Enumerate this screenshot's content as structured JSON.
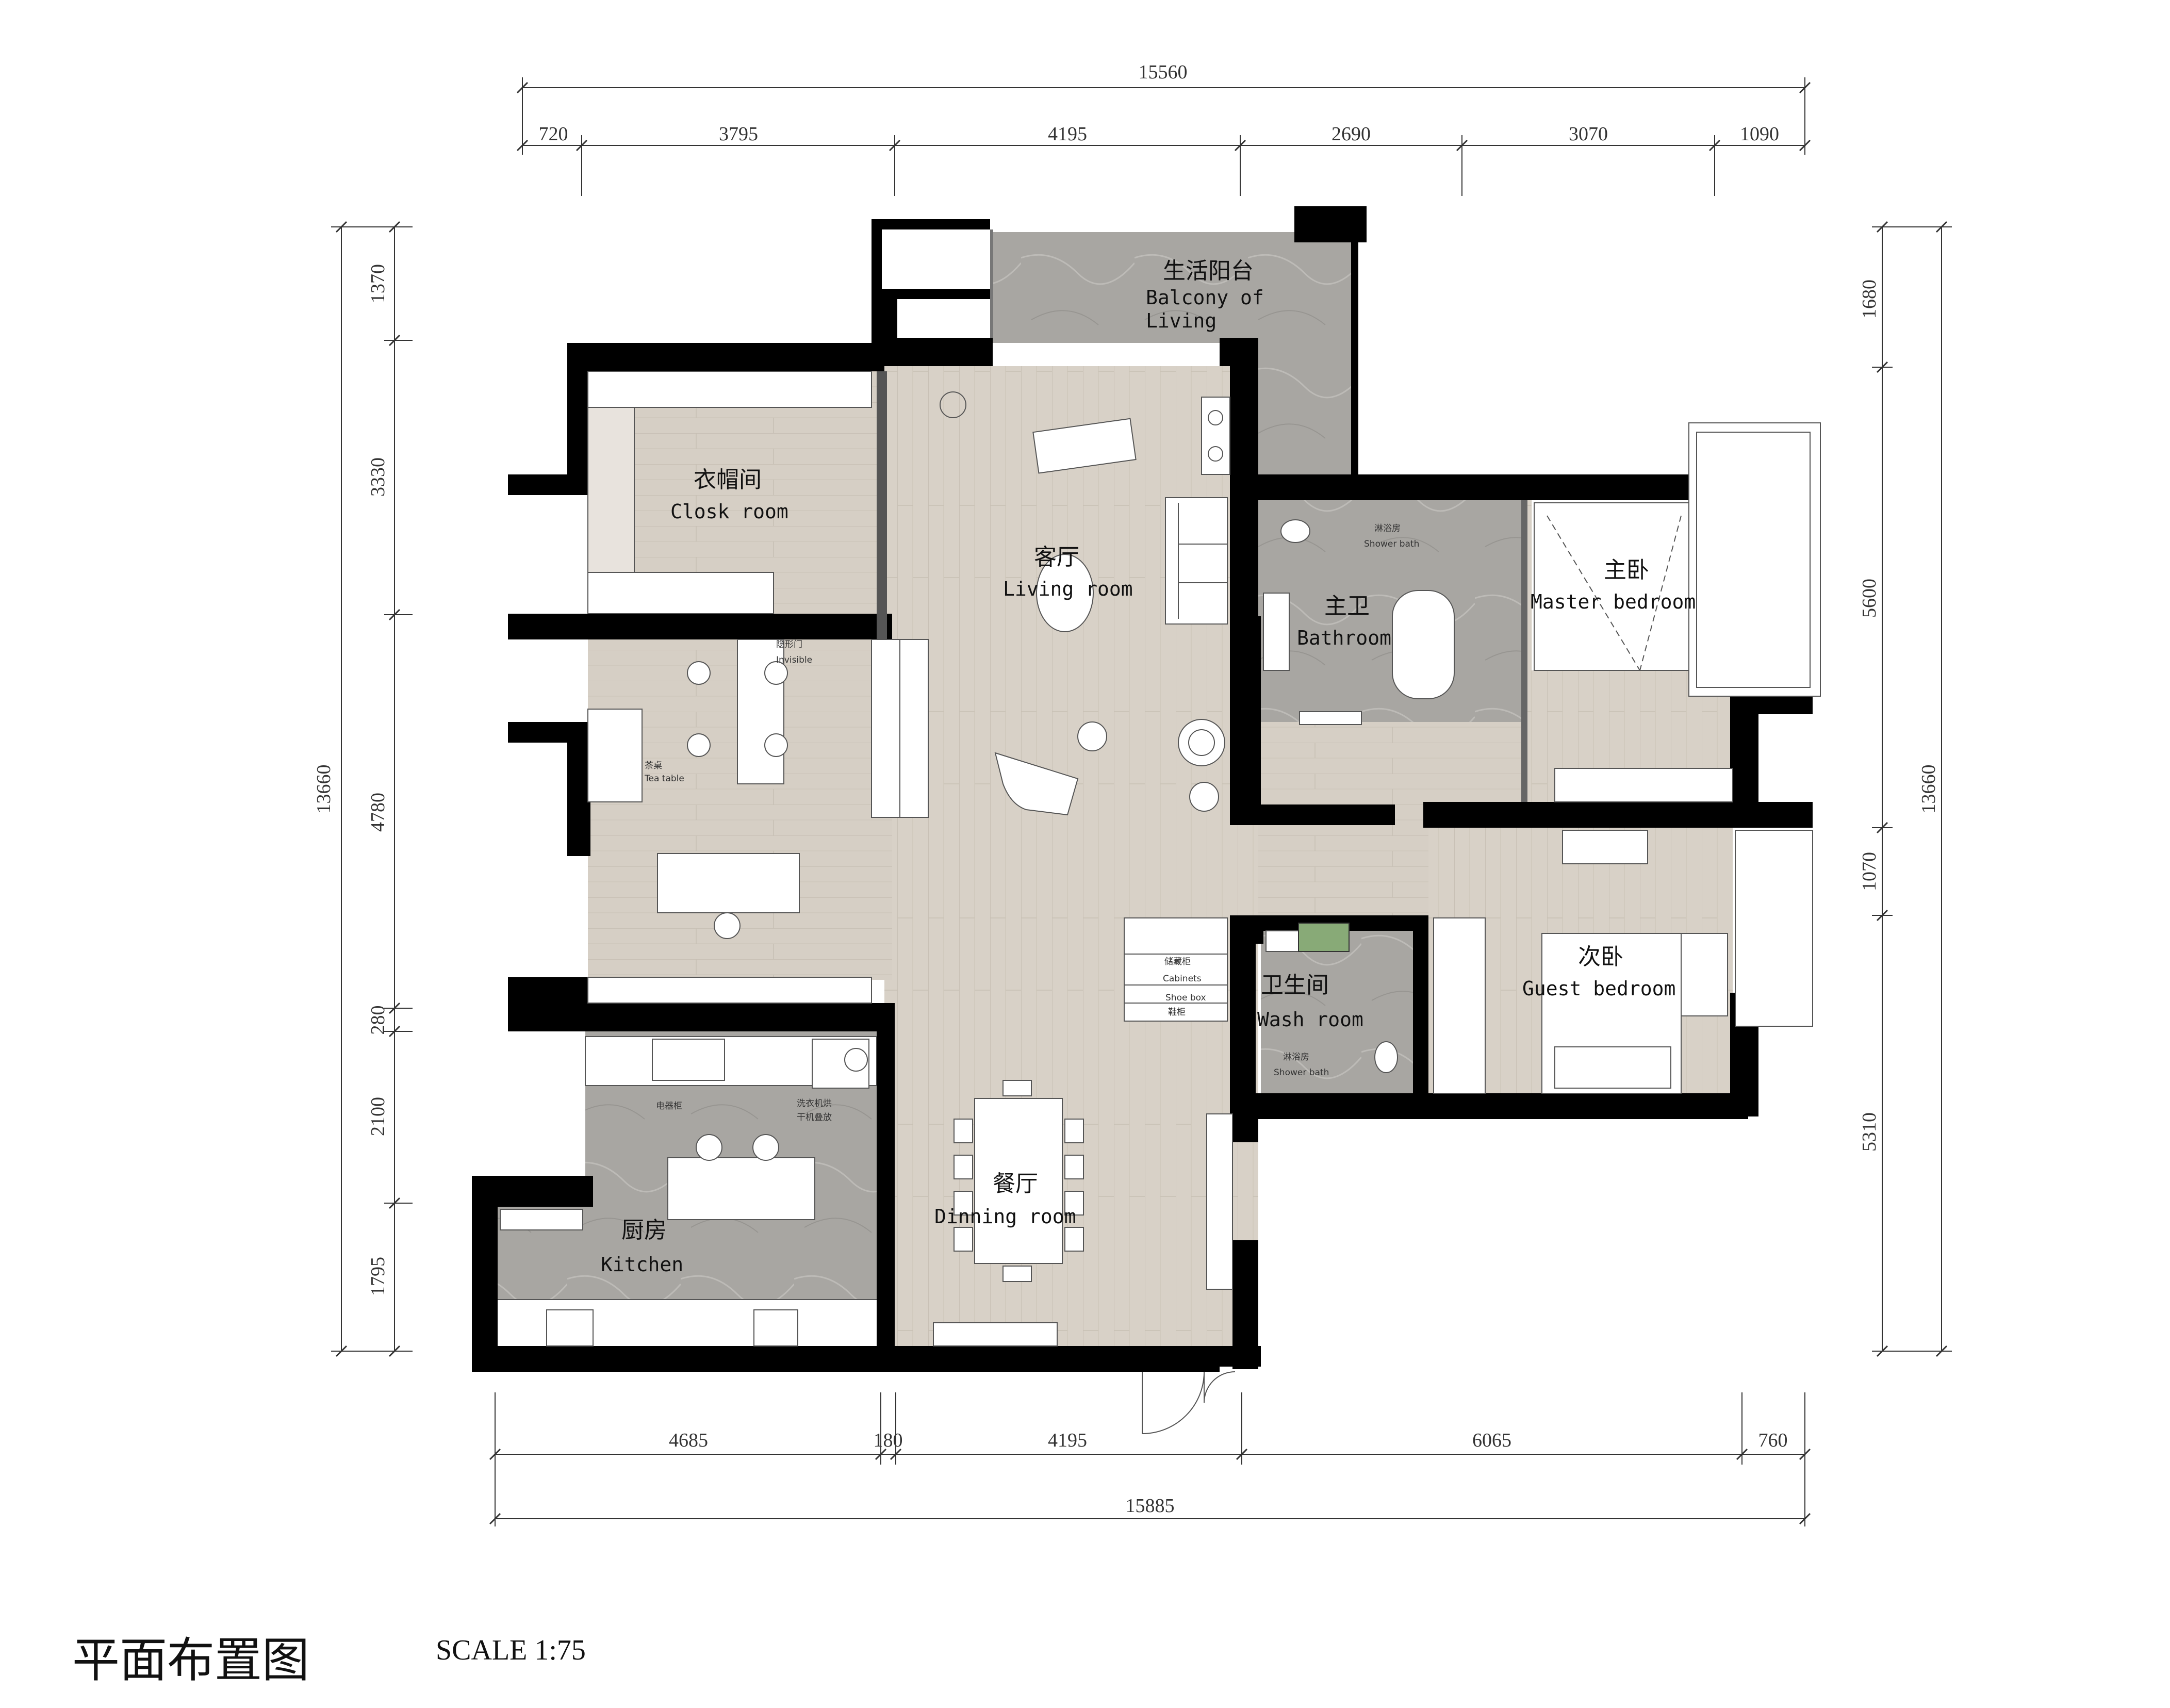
{
  "title": "平面布置图",
  "scale": "SCALE 1:75",
  "colors": {
    "wall": "#000000",
    "wood": "#d7d0c6",
    "stone": "#a9a7a3",
    "white": "#ffffff",
    "dim": "#333333"
  },
  "dimensions": {
    "top_total": "15560",
    "top": [
      "720",
      "3795",
      "4195",
      "2690",
      "3070",
      "1090"
    ],
    "bottom_total": "15885",
    "bottom": [
      "4685",
      "180",
      "4195",
      "6065",
      "760"
    ],
    "left_total": "13660",
    "left": [
      "1370",
      "3330",
      "4780",
      "280",
      "2100",
      "1795"
    ],
    "right_total": "13660",
    "right": [
      "1680",
      "5600",
      "1070",
      "5310"
    ]
  },
  "rooms": {
    "balcony": {
      "cn": "生活阳台",
      "en1": "Balcony of",
      "en2": "Living"
    },
    "cloak": {
      "cn": "衣帽间",
      "en": "Closk room"
    },
    "living": {
      "cn": "客厅",
      "en": "Living room"
    },
    "bathroom": {
      "cn": "主卫",
      "en": "Bathroom"
    },
    "master": {
      "cn": "主卧",
      "en": "Master bedroom"
    },
    "wash": {
      "cn": "卫生间",
      "en": "Wash room"
    },
    "guest": {
      "cn": "次卧",
      "en": "Guest bedroom"
    },
    "dining": {
      "cn": "餐厅",
      "en": "Dinning room"
    },
    "kitchen": {
      "cn": "厨房",
      "en": "Kitchen"
    }
  },
  "annotations": {
    "invisible_cn": "隐形门",
    "invisible_en": "Invisible",
    "tea_cn": "茶桌",
    "tea_en": "Tea table",
    "shower_cn": "淋浴房",
    "shower_en": "Shower bath",
    "cabinets_cn": "储藏柜",
    "cabinets_en": "Cabinets",
    "shoebox_en": "Shoe box",
    "shoebox_cn": "鞋柜",
    "wash_shower_cn": "淋浴房",
    "wash_shower_en": "Shower bath",
    "elec_cn": "电器柜",
    "washer_cn": "洗衣机烘",
    "washer_cn2": "干机叠放"
  }
}
